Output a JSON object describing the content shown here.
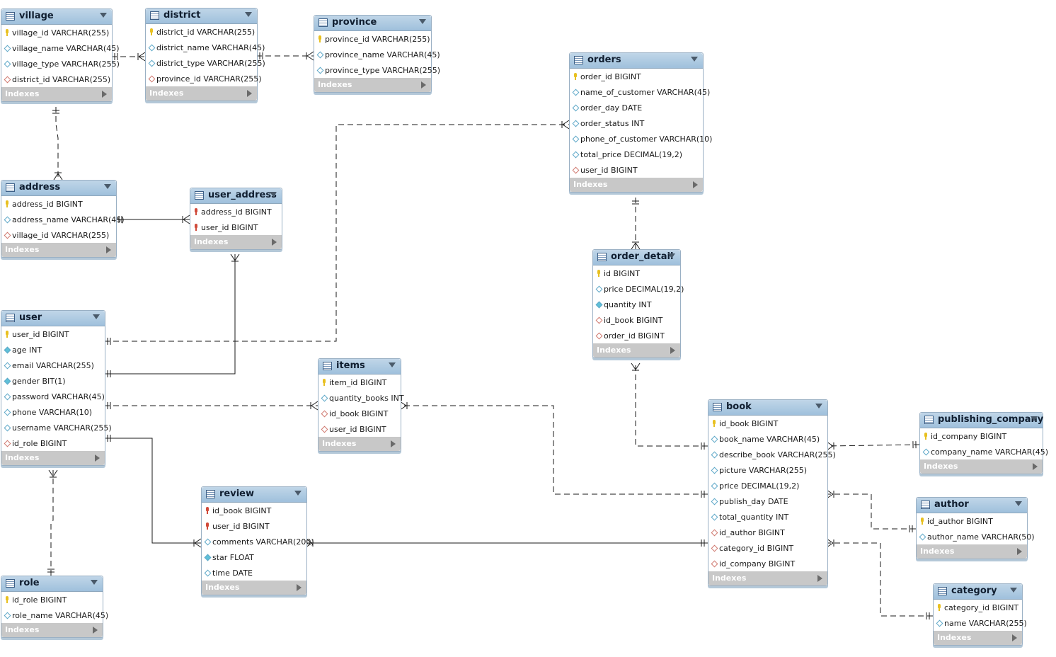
{
  "diagram": {
    "indexes_label": "Indexes",
    "entities": [
      {
        "id": "village",
        "name": "village",
        "columns": [
          {
            "text": "village_id VARCHAR(255)",
            "key": "pk"
          },
          {
            "text": "village_name VARCHAR(45)",
            "key": "col"
          },
          {
            "text": "village_type VARCHAR(255)",
            "key": "col"
          },
          {
            "text": "district_id VARCHAR(255)",
            "key": "fk"
          }
        ]
      },
      {
        "id": "district",
        "name": "district",
        "columns": [
          {
            "text": "district_id VARCHAR(255)",
            "key": "pk"
          },
          {
            "text": "district_name VARCHAR(45)",
            "key": "col"
          },
          {
            "text": "district_type VARCHAR(255)",
            "key": "col"
          },
          {
            "text": "province_id VARCHAR(255)",
            "key": "fk"
          }
        ]
      },
      {
        "id": "province",
        "name": "province",
        "columns": [
          {
            "text": "province_id VARCHAR(255)",
            "key": "pk"
          },
          {
            "text": "province_name VARCHAR(45)",
            "key": "col"
          },
          {
            "text": "province_type VARCHAR(255)",
            "key": "col"
          }
        ]
      },
      {
        "id": "orders",
        "name": "orders",
        "columns": [
          {
            "text": "order_id BIGINT",
            "key": "pk"
          },
          {
            "text": "name_of_customer VARCHAR(45)",
            "key": "col"
          },
          {
            "text": "order_day DATE",
            "key": "col"
          },
          {
            "text": "order_status INT",
            "key": "col"
          },
          {
            "text": "phone_of_customer VARCHAR(10)",
            "key": "col"
          },
          {
            "text": "total_price DECIMAL(19,2)",
            "key": "col"
          },
          {
            "text": "user_id BIGINT",
            "key": "fk"
          }
        ]
      },
      {
        "id": "address",
        "name": "address",
        "columns": [
          {
            "text": "address_id BIGINT",
            "key": "pk"
          },
          {
            "text": "address_name VARCHAR(45)",
            "key": "col"
          },
          {
            "text": "village_id VARCHAR(255)",
            "key": "fk"
          }
        ]
      },
      {
        "id": "user_address",
        "name": "user_address",
        "columns": [
          {
            "text": "address_id BIGINT",
            "key": "fkpk"
          },
          {
            "text": "user_id BIGINT",
            "key": "fkpk"
          }
        ]
      },
      {
        "id": "order_detail",
        "name": "order_detail",
        "columns": [
          {
            "text": "id BIGINT",
            "key": "pk"
          },
          {
            "text": "price DECIMAL(19,2)",
            "key": "col"
          },
          {
            "text": "quantity INT",
            "key": "nn"
          },
          {
            "text": "id_book BIGINT",
            "key": "fk"
          },
          {
            "text": "order_id BIGINT",
            "key": "fk"
          }
        ]
      },
      {
        "id": "user",
        "name": "user",
        "columns": [
          {
            "text": "user_id BIGINT",
            "key": "pk"
          },
          {
            "text": "age INT",
            "key": "nn"
          },
          {
            "text": "email VARCHAR(255)",
            "key": "col"
          },
          {
            "text": "gender BIT(1)",
            "key": "nn"
          },
          {
            "text": "password VARCHAR(45)",
            "key": "col"
          },
          {
            "text": "phone VARCHAR(10)",
            "key": "col"
          },
          {
            "text": "username VARCHAR(255)",
            "key": "col"
          },
          {
            "text": "id_role BIGINT",
            "key": "fk"
          }
        ]
      },
      {
        "id": "items",
        "name": "items",
        "columns": [
          {
            "text": "item_id BIGINT",
            "key": "pk"
          },
          {
            "text": "quantity_books INT",
            "key": "col"
          },
          {
            "text": "id_book BIGINT",
            "key": "fk"
          },
          {
            "text": "user_id BIGINT",
            "key": "fk"
          }
        ]
      },
      {
        "id": "book",
        "name": "book",
        "columns": [
          {
            "text": "id_book BIGINT",
            "key": "pk"
          },
          {
            "text": "book_name VARCHAR(45)",
            "key": "col"
          },
          {
            "text": "describe_book VARCHAR(255)",
            "key": "col"
          },
          {
            "text": "picture VARCHAR(255)",
            "key": "col"
          },
          {
            "text": "price DECIMAL(19,2)",
            "key": "col"
          },
          {
            "text": "publish_day DATE",
            "key": "col"
          },
          {
            "text": "total_quantity INT",
            "key": "col"
          },
          {
            "text": "id_author BIGINT",
            "key": "fk"
          },
          {
            "text": "category_id BIGINT",
            "key": "fk"
          },
          {
            "text": "id_company BIGINT",
            "key": "fk"
          }
        ]
      },
      {
        "id": "publishing_company",
        "name": "publishing_company",
        "columns": [
          {
            "text": "id_company BIGINT",
            "key": "pk"
          },
          {
            "text": "company_name VARCHAR(45)",
            "key": "col"
          }
        ]
      },
      {
        "id": "review",
        "name": "review",
        "columns": [
          {
            "text": "id_book BIGINT",
            "key": "fkpk"
          },
          {
            "text": "user_id BIGINT",
            "key": "fkpk"
          },
          {
            "text": "comments VARCHAR(200)",
            "key": "col"
          },
          {
            "text": "star FLOAT",
            "key": "nn"
          },
          {
            "text": "time DATE",
            "key": "col"
          }
        ]
      },
      {
        "id": "author",
        "name": "author",
        "columns": [
          {
            "text": "id_author BIGINT",
            "key": "pk"
          },
          {
            "text": "author_name VARCHAR(50)",
            "key": "col"
          }
        ]
      },
      {
        "id": "role",
        "name": "role",
        "columns": [
          {
            "text": "id_role BIGINT",
            "key": "pk"
          },
          {
            "text": "role_name VARCHAR(45)",
            "key": "col"
          }
        ]
      },
      {
        "id": "category",
        "name": "category",
        "columns": [
          {
            "text": "category_id BIGINT",
            "key": "pk"
          },
          {
            "text": "name VARCHAR(255)",
            "key": "col"
          }
        ]
      }
    ],
    "relationships": [
      {
        "from": "district",
        "to": "village",
        "style": "dashed"
      },
      {
        "from": "province",
        "to": "district",
        "style": "dashed"
      },
      {
        "from": "village",
        "to": "address",
        "style": "dashed"
      },
      {
        "from": "address",
        "to": "user_address",
        "style": "solid"
      },
      {
        "from": "user",
        "to": "user_address",
        "style": "solid"
      },
      {
        "from": "user",
        "to": "orders",
        "style": "dashed"
      },
      {
        "from": "orders",
        "to": "order_detail",
        "style": "dashed"
      },
      {
        "from": "book",
        "to": "order_detail",
        "style": "dashed"
      },
      {
        "from": "user",
        "to": "items",
        "style": "dashed"
      },
      {
        "from": "book",
        "to": "items",
        "style": "dashed"
      },
      {
        "from": "user",
        "to": "review",
        "style": "solid"
      },
      {
        "from": "book",
        "to": "review",
        "style": "solid"
      },
      {
        "from": "role",
        "to": "user",
        "style": "dashed"
      },
      {
        "from": "publishing_company",
        "to": "book",
        "style": "dashed"
      },
      {
        "from": "author",
        "to": "book",
        "style": "dashed"
      },
      {
        "from": "category",
        "to": "book",
        "style": "dashed"
      }
    ]
  }
}
